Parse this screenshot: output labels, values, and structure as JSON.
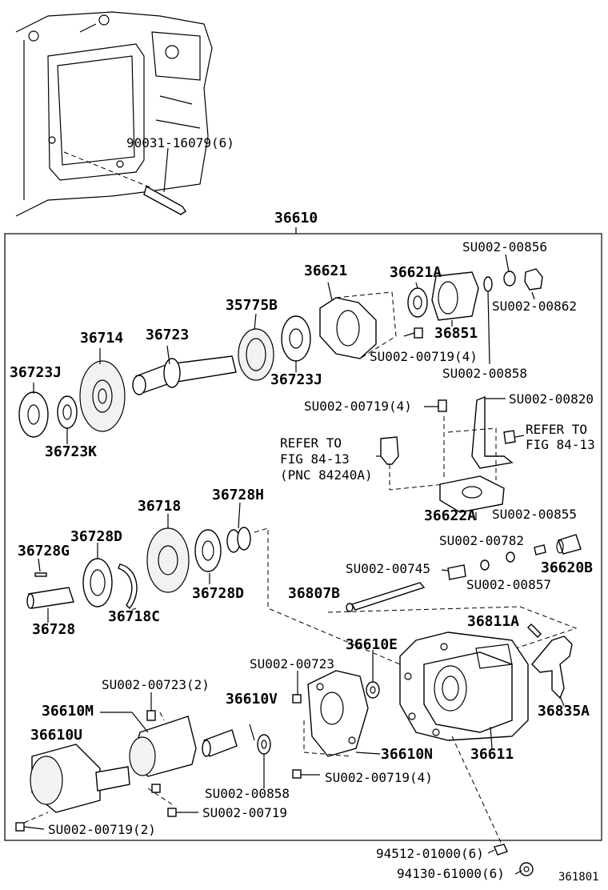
{
  "labels": {
    "stud": "90031-16079(6)",
    "assembly": "36610",
    "su856": "SU002-00856",
    "p36621": "36621",
    "p36621A": "36621A",
    "su862": "SU002-00862",
    "p35775B": "35775B",
    "p36714": "36714",
    "p36723": "36723",
    "p36851": "36851",
    "su719_4a": "SU002-00719(4)",
    "su858a": "SU002-00858",
    "p36723J_a": "36723J",
    "p36723J_b": "36723J",
    "su719_4b": "SU002-00719(4)",
    "su820": "SU002-00820",
    "p36723K": "36723K",
    "refer1_a": "REFER TO",
    "refer1_b": "FIG 84-13",
    "refer1_c": "(PNC 84240A)",
    "refer2_a": "REFER TO",
    "refer2_b": "FIG 84-13",
    "p36622A": "36622A",
    "su855": "SU002-00855",
    "p36718": "36718",
    "p36728H": "36728H",
    "p36728D_a": "36728D",
    "p36728G": "36728G",
    "su782": "SU002-00782",
    "p36620B": "36620B",
    "su745": "SU002-00745",
    "su857": "SU002-00857",
    "p36728D_b": "36728D",
    "p36807B": "36807B",
    "p36728": "36728",
    "p36718C": "36718C",
    "p36811A": "36811A",
    "p36610E": "36610E",
    "su723": "SU002-00723",
    "su723_2": "SU002-00723(2)",
    "p36835A": "36835A",
    "p36610M": "36610M",
    "p36610V": "36610V",
    "p36610U": "36610U",
    "p36610N": "36610N",
    "p36611": "36611",
    "su719_4c": "SU002-00719(4)",
    "su858b": "SU002-00858",
    "su719": "SU002-00719",
    "su719_2": "SU002-00719(2)",
    "n94512": "94512-01000(6)",
    "n94130": "94130-61000(6)",
    "figno": "361801"
  }
}
